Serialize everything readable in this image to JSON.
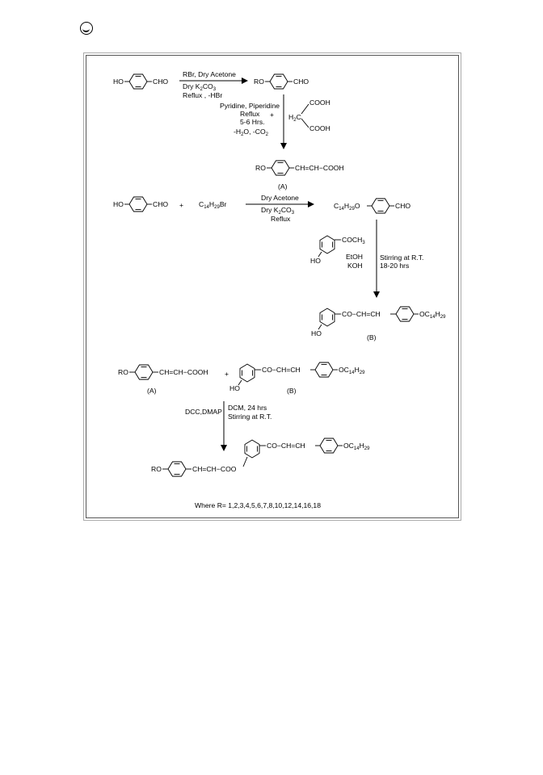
{
  "s1": {
    "reactant_left": "HO",
    "reactant_right": "CHO",
    "reagent_top": "RBr, Dry Acetone",
    "reagent_dry_prefix": "Dry K",
    "reagent_dry_sub": "2",
    "reagent_dry_mid": "CO",
    "reagent_dry_sub2": "3",
    "reagent_reflux": "Reflux , -HBr",
    "product_left": "RO",
    "product_right": "CHO"
  },
  "s2": {
    "cond1": "Pyridine, Piperidine",
    "cond2": "Reflux",
    "plus": "+",
    "cond3": "5-6 Hrs.",
    "cond4_a": "-H",
    "cond4_sub": "2",
    "cond4_b": "O, -CO",
    "cond4_sub2": "2",
    "malonic_h2c": "H",
    "malonic_h2c_sub": "2",
    "malonic_c": "C",
    "malonic_cooh1": "COOH",
    "malonic_cooh2": "COOH",
    "product_left": "RO",
    "product_right": "CH=CH−COOH",
    "label": "(A)"
  },
  "s3": {
    "reactant_left": "HO",
    "reactant_right": "CHO",
    "plus": "+",
    "alkyl_c": "C",
    "alkyl_sub1": "14",
    "alkyl_h": "H",
    "alkyl_sub2": "29",
    "alkyl_br": "Br",
    "reagent_top": "Dry Acetone",
    "reagent_dry_prefix": "Dry K",
    "reagent_dry_sub": "2",
    "reagent_dry_mid": "CO",
    "reagent_dry_sub2": "3",
    "reagent_reflux": "Reflux",
    "product_c": "C",
    "product_sub1": "14",
    "product_h": "H",
    "product_sub2": "29",
    "product_o": "O",
    "product_right": "CHO"
  },
  "s4": {
    "aceto_group": "COCH",
    "aceto_sub": "3",
    "aceto_ho": "HO",
    "etoh": "EtOH",
    "koh": "KOH",
    "cond1": "Stirring at R.T.",
    "cond2": "18-20 hrs",
    "product_ho": "HO",
    "product_chain": "CO−CH=CH",
    "product_oc": "OC",
    "product_sub1": "14",
    "product_h": "H",
    "product_sub2": "29",
    "label": "(B)"
  },
  "s5": {
    "a_left": "RO",
    "a_chain": "CH=CH−COOH",
    "a_label": "(A)",
    "plus": "+",
    "b_ho": "HO",
    "b_chain": "CO−CH=CH",
    "b_oc": "OC",
    "b_sub1": "14",
    "b_h": "H",
    "b_sub2": "29",
    "b_label": "(B)",
    "reagent_left": "DCC,DMAP",
    "reagent_r1": "DCM, 24 hrs",
    "reagent_r2": "Stirring at R.T.",
    "final_left": "RO",
    "final_chain": "CH=CH−COO",
    "final_chain2": "CO−CH=CH",
    "final_oc": "OC",
    "final_sub1": "14",
    "final_h": "H",
    "final_sub2": "29"
  },
  "footer": "Where R= 1,2,3,4,5,6,7,8,10,12,14,16,18"
}
